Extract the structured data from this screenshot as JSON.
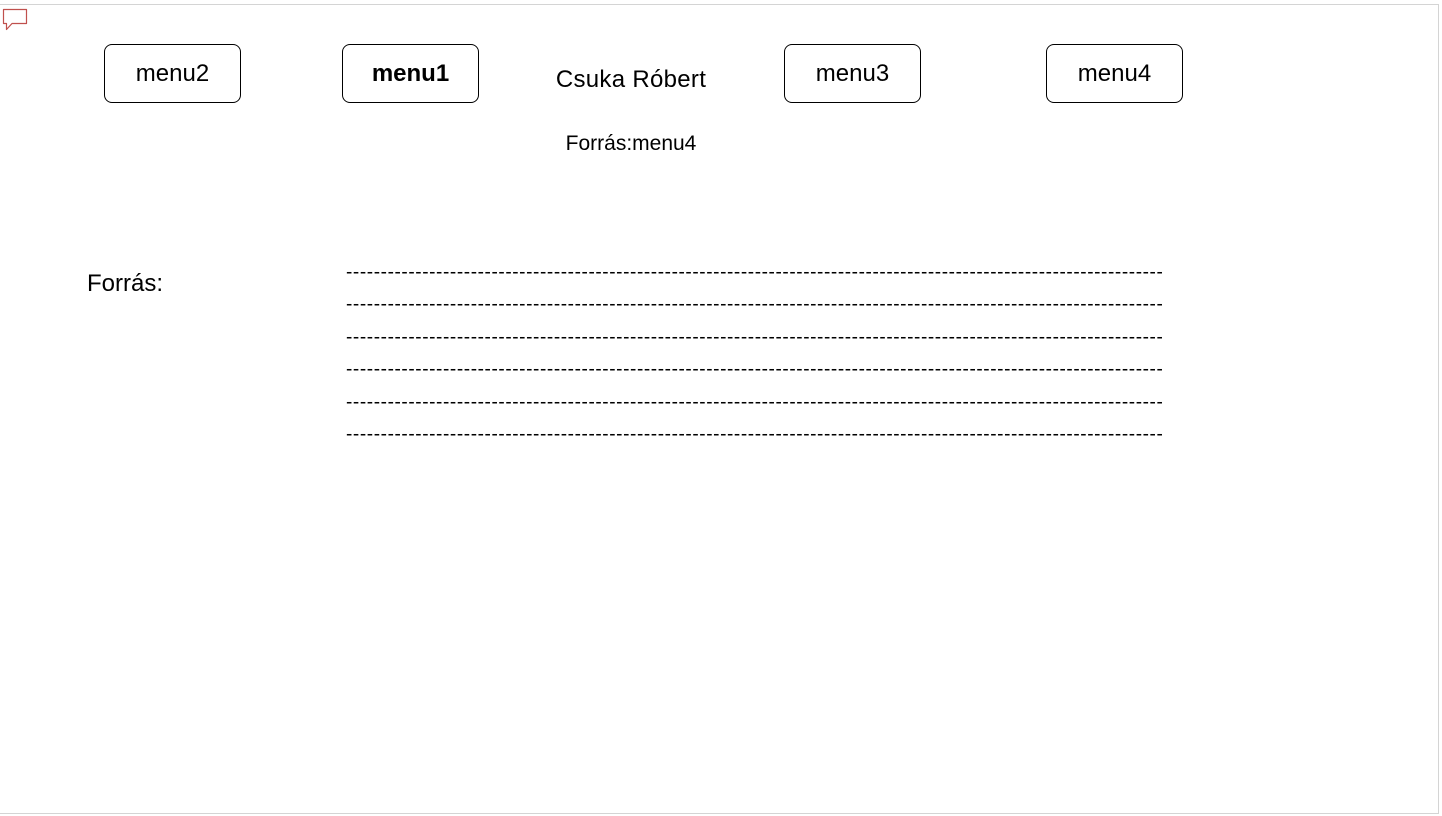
{
  "menus": [
    {
      "label": "menu2"
    },
    {
      "label": "menu1"
    },
    {
      "label": "menu3"
    },
    {
      "label": "menu4"
    }
  ],
  "header": {
    "author": "Csuka Róbert",
    "source_menu": "Forrás:menu4"
  },
  "content": {
    "source_label": "Forrás:",
    "lines": [
      "----------------------------------------------------------------------------------------------------------------------",
      "----------------------------------------------------------------------------------------------------------------------",
      "----------------------------------------------------------------------------------------------------------------------",
      "----------------------------------------------------------------------------------------------------------------------",
      "----------------------------------------------------------------------------------------------------------------------",
      "----------------------------------------------------------------------------------------------------------------------"
    ]
  },
  "colors": {
    "comment_icon": "#c0504d",
    "border": "#000000"
  },
  "icons": {
    "comment": "comment-icon"
  }
}
